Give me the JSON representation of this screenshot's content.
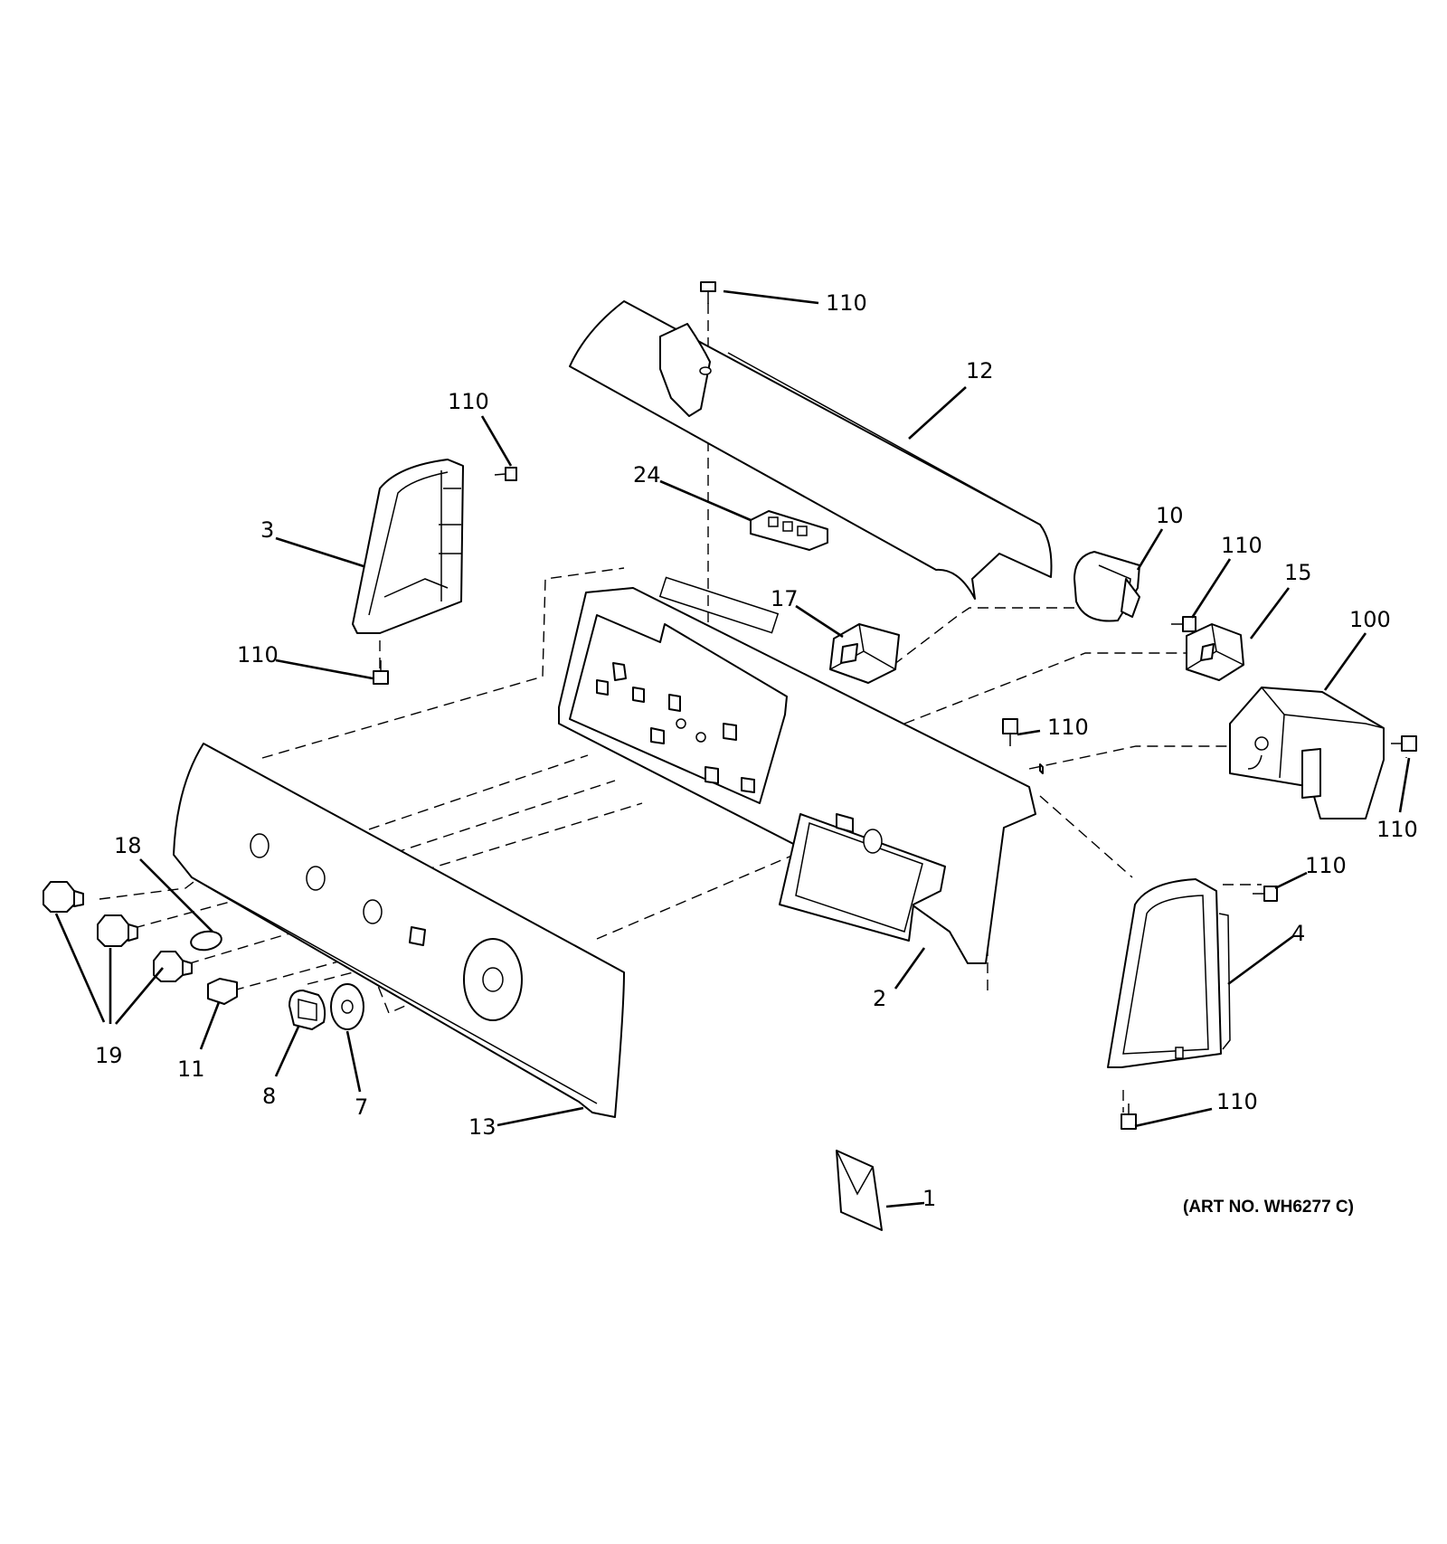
{
  "diagram": {
    "art_number": "(ART NO. WH6277 C)",
    "callouts": [
      {
        "id": "c110a",
        "label": "110"
      },
      {
        "id": "c12",
        "label": "12"
      },
      {
        "id": "c110b",
        "label": "110"
      },
      {
        "id": "c24",
        "label": "24"
      },
      {
        "id": "c3",
        "label": "3"
      },
      {
        "id": "c10",
        "label": "10"
      },
      {
        "id": "c110c",
        "label": "110"
      },
      {
        "id": "c15",
        "label": "15"
      },
      {
        "id": "c17",
        "label": "17"
      },
      {
        "id": "c100",
        "label": "100"
      },
      {
        "id": "c110d",
        "label": "110"
      },
      {
        "id": "c110e",
        "label": "110"
      },
      {
        "id": "c110f",
        "label": "110"
      },
      {
        "id": "c18",
        "label": "18"
      },
      {
        "id": "c110g",
        "label": "110"
      },
      {
        "id": "c4",
        "label": "4"
      },
      {
        "id": "c2",
        "label": "2"
      },
      {
        "id": "c19",
        "label": "19"
      },
      {
        "id": "c11",
        "label": "11"
      },
      {
        "id": "c8",
        "label": "8"
      },
      {
        "id": "c7",
        "label": "7"
      },
      {
        "id": "c13",
        "label": "13"
      },
      {
        "id": "c110h",
        "label": "110"
      },
      {
        "id": "c1",
        "label": "1"
      }
    ]
  }
}
